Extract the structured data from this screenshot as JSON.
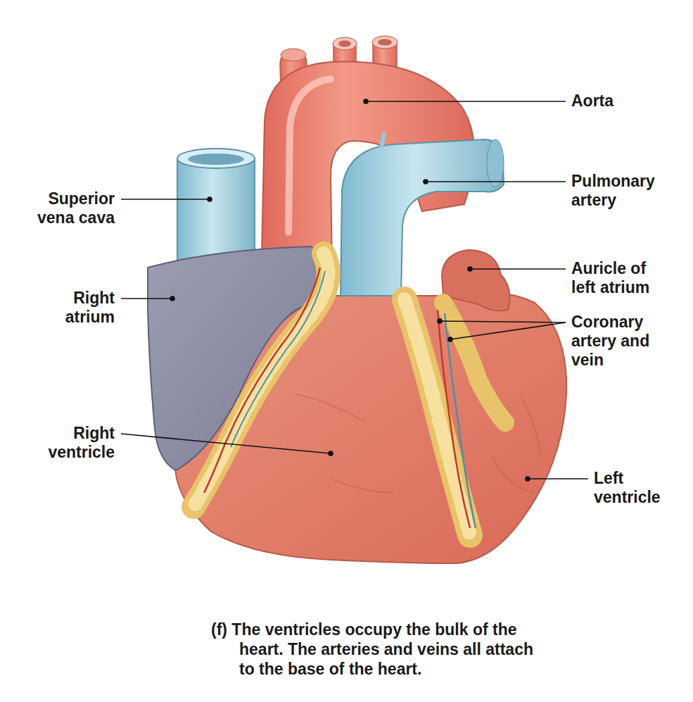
{
  "diagram": {
    "caption": "(f) The ventricles occupy the bulk of the heart. The arteries and veins all attach to the base of the heart.",
    "labels": [
      "Aorta",
      "Superior vena cava",
      "Pulmonary artery",
      "Auricle of left atrium",
      "Right atrium",
      "Coronary artery and vein",
      "Right ventricle",
      "Left ventricle"
    ]
  }
}
